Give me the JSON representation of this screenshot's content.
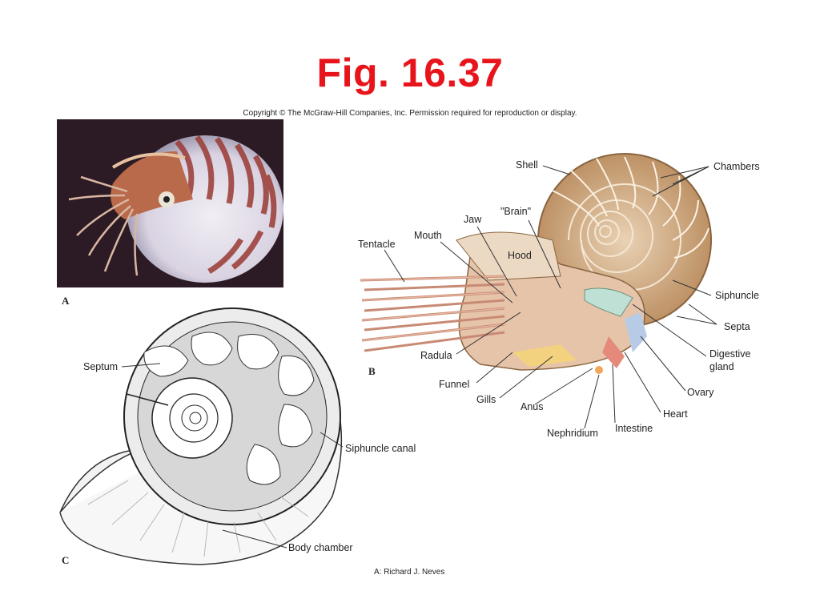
{
  "title": "Fig. 16.37",
  "copyright": "Copyright © The McGraw-Hill Companies, Inc. Permission required for reproduction or display.",
  "credit": "A: Richard J. Neves",
  "panels": {
    "a": "A",
    "b": "B",
    "c": "C"
  },
  "labels_b": {
    "shell": "Shell",
    "chambers": "Chambers",
    "brain": "\"Brain\"",
    "jaw": "Jaw",
    "mouth": "Mouth",
    "tentacle": "Tentacle",
    "hood": "Hood",
    "siphuncle": "Siphuncle",
    "septa": "Septa",
    "digestive_gland": "Digestive gland",
    "radula": "Radula",
    "funnel": "Funnel",
    "gills": "Gills",
    "anus": "Anus",
    "ovary": "Ovary",
    "heart": "Heart",
    "nephridium": "Nephridium",
    "intestine": "Intestine"
  },
  "labels_c": {
    "septum": "Septum",
    "siphuncle_canal": "Siphuncle canal",
    "body_chamber": "Body chamber"
  },
  "colors": {
    "title": "#e8141b",
    "shell_tan": "#c9a27a",
    "tissue": "#e8c9b0"
  }
}
